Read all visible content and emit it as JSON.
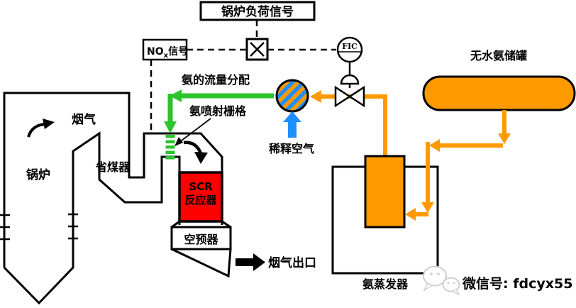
{
  "colors": {
    "orange": "#FF9900",
    "green": "#2BC42B",
    "blue": "#1E8FFF",
    "red": "#FF0000",
    "black": "#000000",
    "watermark_grey": "#D6D6D6"
  },
  "control_loop": {
    "boiler_load_signal": "锅炉负荷信号",
    "nox_prefix": "NO",
    "nox_sub": "x",
    "nox_suffix": "信号",
    "fic": "FIC"
  },
  "ammonia_system": {
    "flow_distribution_label": "氨的流量分配",
    "injection_grid_label": "氨喷射栅格",
    "dilution_air_label": "稀释空气",
    "tank_label": "无水氨储罐",
    "evaporator_label": "氨蒸发器"
  },
  "flue_gas_path": {
    "flue_gas_label": "烟气",
    "boiler_label": "锅炉",
    "economizer_label": "省煤器",
    "scr_line1": "SCR",
    "scr_line2": "反应器",
    "air_preheater_label": "空预器",
    "flue_gas_outlet_label": "烟气出口"
  },
  "watermark": {
    "text": "微信号: fdcyx55"
  }
}
